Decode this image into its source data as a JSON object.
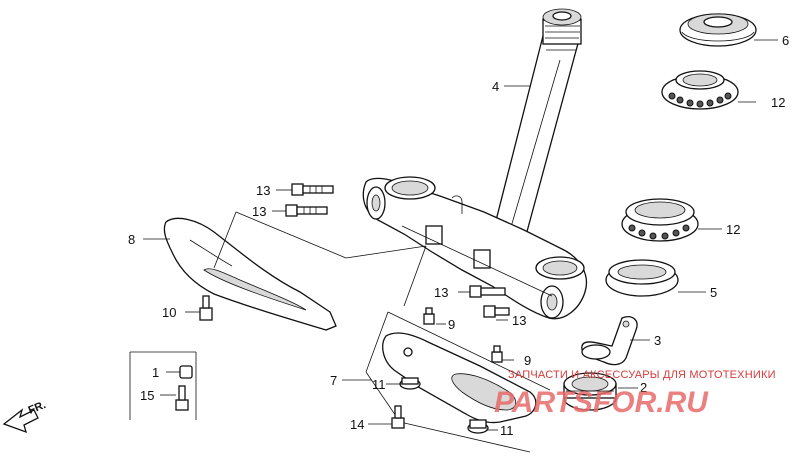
{
  "labels": {
    "l1": "1",
    "l2": "2",
    "l3": "3",
    "l4": "4",
    "l5": "5",
    "l6": "6",
    "l7": "7",
    "l8": "8",
    "l9a": "9",
    "l9b": "9",
    "l10": "10",
    "l11a": "11",
    "l11b": "11",
    "l12a": "12",
    "l12b": "12",
    "l13a": "13",
    "l13b": "13",
    "l13c": "13",
    "l13d": "13",
    "l14": "14",
    "l15": "15"
  },
  "direction": {
    "text": "FR."
  },
  "watermark": {
    "caption": "ЗАПЧАСТИ И АКСЕССУАРЫ ДЛЯ МОТОТЕХНИКИ",
    "brand": "PARTSFOR.RU"
  }
}
